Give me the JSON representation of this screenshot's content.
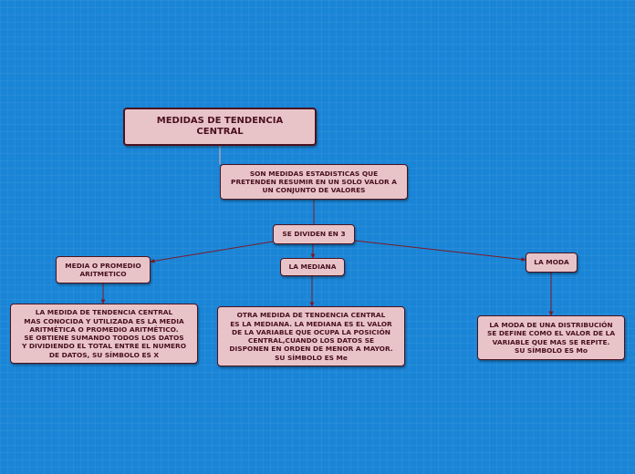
{
  "colors": {
    "background": "#1a85d6",
    "node_fill": "#e8c4c8",
    "node_border": "#4a1220",
    "text": "#4a0f1e",
    "connector": "#7a1a2a"
  },
  "nodes": {
    "root": "MEDIDAS DE TENDENCIA\nCENTRAL",
    "definition": "SON MEDIDAS ESTADISTICAS QUE\nPRETENDEN RESUMIR EN UN SOLO VALOR A\nUN CONJUNTO DE VALORES",
    "divide": "SE DIVIDEN EN 3",
    "media": "MEDIA O PROMEDIO\nARITMETICO",
    "mediana": "LA MEDIANA",
    "moda": "LA MODA",
    "media_desc": "LA MEDIDA DE TENDENCIA CENTRAL\nMAS CONOCIDA Y UTILIZADA ES LA MEDIA\nARITMÉTICA O PROMEDIO ARITMÉTICO.\nSE OBTIENE SUMANDO TODOS LOS DATOS\nY DIVIDIENDO EL TOTAL ENTRE EL NUMERO\nDE DATOS, SU SÍMBOLO ES X",
    "mediana_desc": "OTRA MEDIDA DE TENDENCIA CENTRAL\nES LA MEDIANA. LA MEDIANA ES EL VALOR\nDE LA VARIABLE QUE OCUPA LA POSICIÓN\nCENTRAL,CUANDO LOS DATOS SE\nDISPONEN EN ORDEN DE MENOR A MAYOR.\nSU SÍMBOLO ES Me",
    "moda_desc": "LA MODA DE UNA DISTRIBUCIÓN\nSE DEFINE COMO EL VALOR DE LA\nVARIABLE QUE MAS SE REPITE.\nSU SÍMBOLO ES Mo"
  }
}
